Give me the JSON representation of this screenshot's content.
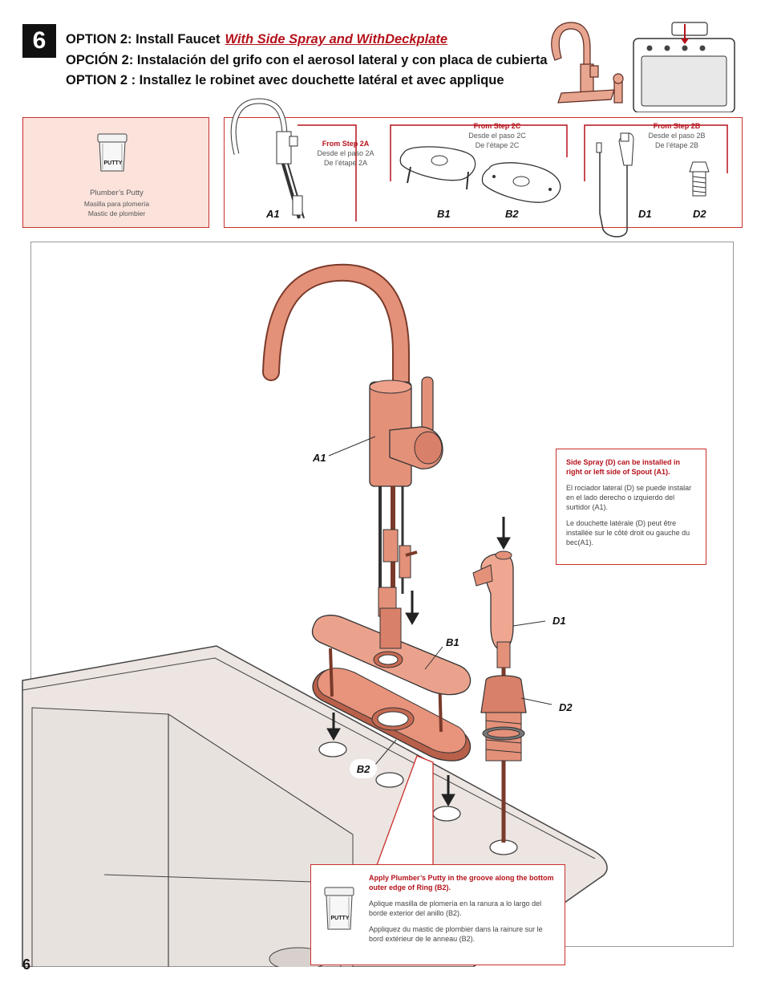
{
  "step_number": "6",
  "page_number": "6",
  "title": {
    "en_prefix": "OPTION 2:  Install Faucet",
    "en_emphasis": "With Side Spray and WithDeckplate",
    "es": "OPCIÓN 2:  Instalación del grifo con el aerosol lateral y con placa de cubierta",
    "fr": "OPTION 2 : Installez le robinet avec douchette latéral et avec applique"
  },
  "putty": {
    "jar_label": "PUTTY",
    "label_en": "Plumber’s Putty",
    "label_es": "Masilla para plomería",
    "label_fr": "Mastic de plombier"
  },
  "parts": {
    "step2a": {
      "from": "From Step 2A",
      "es": "Desde el paso 2A",
      "fr": "De l’étape 2A"
    },
    "step2c": {
      "from": "From Step 2C",
      "es": "Desde el paso 2C",
      "fr": "De l’étape 2C"
    },
    "step2b": {
      "from": "From Step 2B",
      "es": "Desde el paso 2B",
      "fr": "De l’étape 2B"
    },
    "labels": {
      "a1": "A1",
      "b1": "B1",
      "b2": "B2",
      "d1": "D1",
      "d2": "D2"
    }
  },
  "diagram_labels": {
    "a1": "A1",
    "b1": "B1",
    "b2": "B2",
    "d1": "D1",
    "d2": "D2"
  },
  "side_spray_note": {
    "title": "Side Spray (D) can be installed in right or left side of Spout (A1).",
    "es": "El  rociador lateral (D) se puede instalar en el lado derecho o izquierdo del surtidor (A1).",
    "fr": "Le douchette latérale (D) peut être installée sur le côté droit ou gauche du bec(A1)."
  },
  "putty_note": {
    "jar_label": "PUTTY",
    "title": "Apply Plumber’s Putty in the groove along the bottom outer edge of Ring (B2).",
    "es": "Aplique masilla de plomería en la ranura a lo largo del borde exterior del anillo (B2).",
    "fr": "Appliquez du mastic de plombier dans la rainure sur le bord extérieur de le anneau (B2)."
  },
  "colors": {
    "accent_red": "#b5121b",
    "copper": "#e0907a",
    "copper_dark": "#b45c44",
    "pink_bg": "#fbe3dc"
  }
}
